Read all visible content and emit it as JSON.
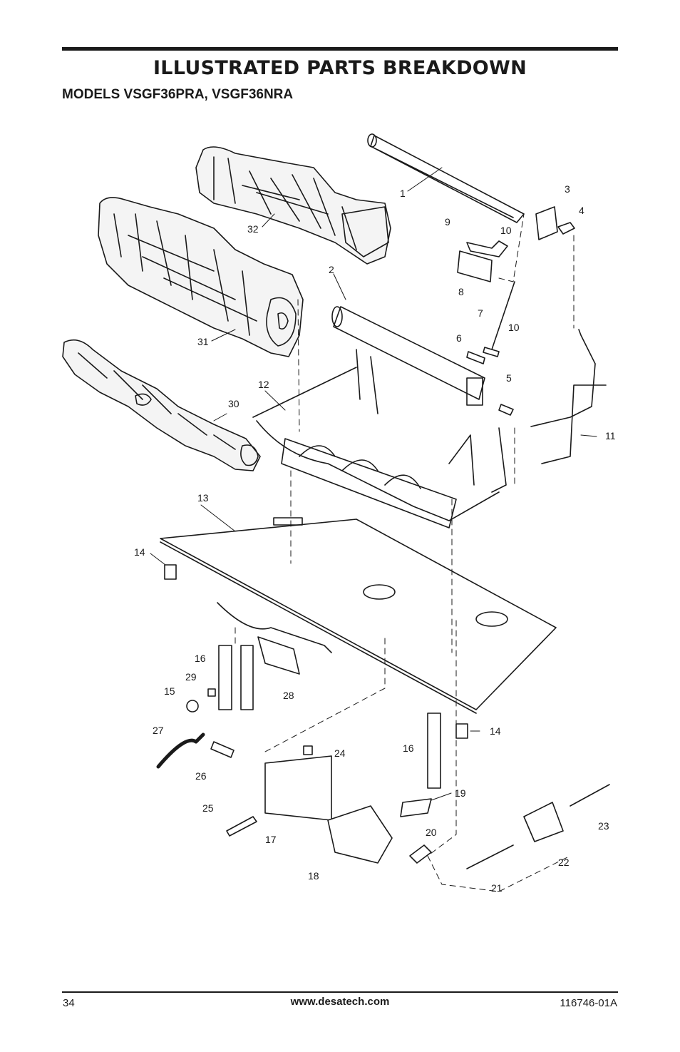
{
  "header": {
    "title": "ILLUSTRATED PARTS BREAKDOWN",
    "subtitle": "MODELS VSGF36PRA, VSGF36NRA"
  },
  "diagram": {
    "callouts": [
      "1",
      "2",
      "3",
      "4",
      "5",
      "6",
      "7",
      "8",
      "9",
      "10",
      "10",
      "11",
      "12",
      "13",
      "14",
      "14",
      "15",
      "16",
      "16",
      "17",
      "18",
      "19",
      "20",
      "21",
      "22",
      "23",
      "24",
      "25",
      "26",
      "27",
      "28",
      "29",
      "30",
      "31",
      "32"
    ]
  },
  "footer": {
    "page_number": "34",
    "website": "www.desatech.com",
    "doc_number": "116746-01A"
  }
}
